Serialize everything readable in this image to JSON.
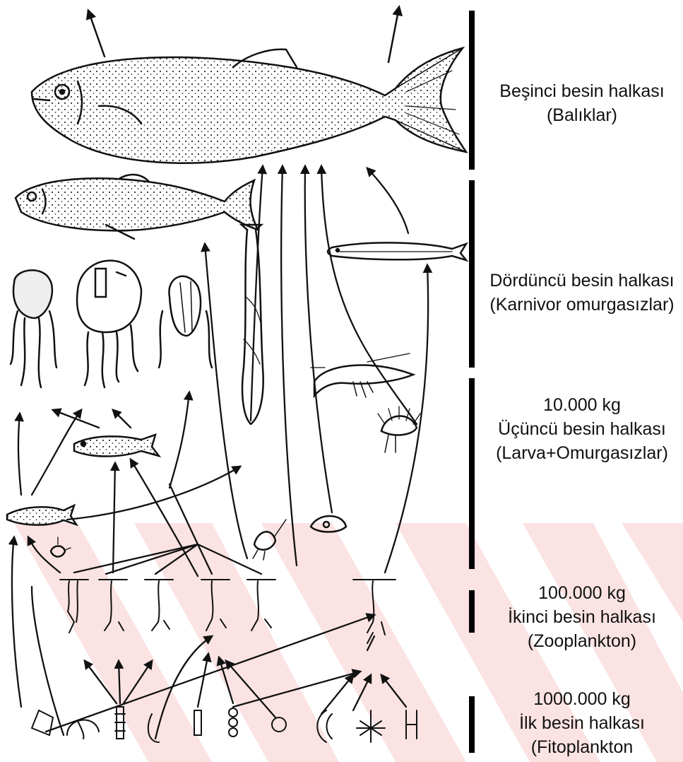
{
  "colors": {
    "ink": "#111111",
    "watermark": "#fbe3e3",
    "background": "#ffffff"
  },
  "levels": [
    {
      "id": "fifth",
      "lines": [
        "Beşinci besin halkası",
        "(Balıklar)"
      ],
      "organisms": [
        "large-fish-icon"
      ]
    },
    {
      "id": "fourth",
      "lines": [
        "Dördüncü besin halkası",
        "(Karnivor omurgasızlar)"
      ],
      "organisms": [
        "small-fish-icon",
        "eel-icon",
        "jellyfish-icon",
        "comb-jelly-icon",
        "arrow-worm-icon"
      ]
    },
    {
      "id": "third",
      "lines": [
        "10.000 kg",
        "Üçüncü besin halkası",
        "(Larva+Omurgasızlar)"
      ],
      "organisms": [
        "larval-fish-icon",
        "shrimp-icon",
        "larva-icon",
        "mollusk-larva-icon"
      ]
    },
    {
      "id": "second",
      "lines": [
        "100.000 kg",
        "İkinci besin halkası",
        "(Zooplankton)"
      ],
      "organisms": [
        "copepod-icon"
      ]
    },
    {
      "id": "first",
      "lines": [
        "1000.000 kg",
        "İlk besin halkası",
        "(Fitoplankton"
      ],
      "organisms": [
        "diatom-icon",
        "dinoflagellate-icon",
        "algae-chain-icon"
      ]
    }
  ]
}
